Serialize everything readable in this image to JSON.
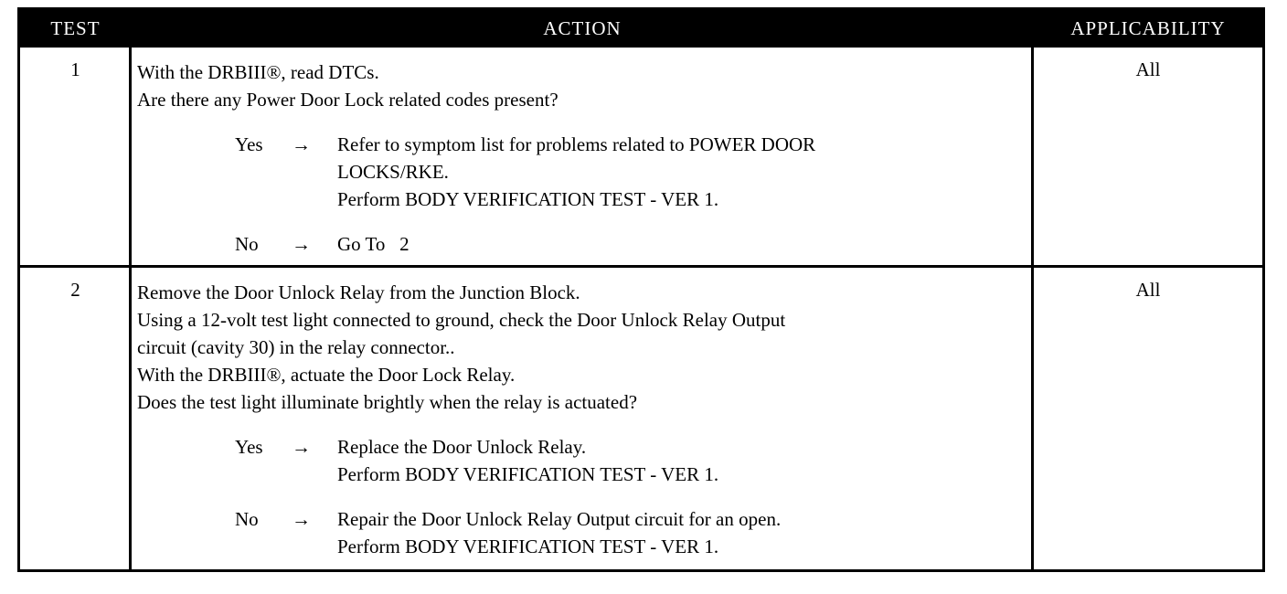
{
  "headers": {
    "test": "TEST",
    "action": "ACTION",
    "applicability": "APPLICABILITY"
  },
  "rows": [
    {
      "test": "1",
      "applicability": "All",
      "action_lines": [
        "With the DRBIII®, read DTCs.",
        "Are there any Power Door Lock related codes present?"
      ],
      "yes": {
        "label": "Yes",
        "arrow": "→",
        "lines": [
          "Refer to symptom list for problems related to POWER DOOR",
          "LOCKS/RKE.",
          "Perform BODY VERIFICATION TEST - VER 1."
        ]
      },
      "no": {
        "label": "No",
        "arrow": "→",
        "lines": [
          "Go To   2"
        ]
      }
    },
    {
      "test": "2",
      "applicability": "All",
      "action_lines": [
        "Remove the Door Unlock Relay from the Junction Block.",
        "Using a 12-volt test light connected to ground, check the Door Unlock Relay Output",
        "circuit (cavity 30) in the relay connector..",
        "With the DRBIII®, actuate the Door Lock Relay.",
        "Does the test light illuminate brightly when the relay is actuated?"
      ],
      "yes": {
        "label": "Yes",
        "arrow": "→",
        "lines": [
          "Replace the Door Unlock Relay.",
          "Perform BODY VERIFICATION TEST - VER 1."
        ]
      },
      "no": {
        "label": "No",
        "arrow": "→",
        "lines": [
          "Repair the Door Unlock Relay Output circuit for an open.",
          "Perform BODY VERIFICATION TEST - VER 1."
        ]
      }
    }
  ]
}
